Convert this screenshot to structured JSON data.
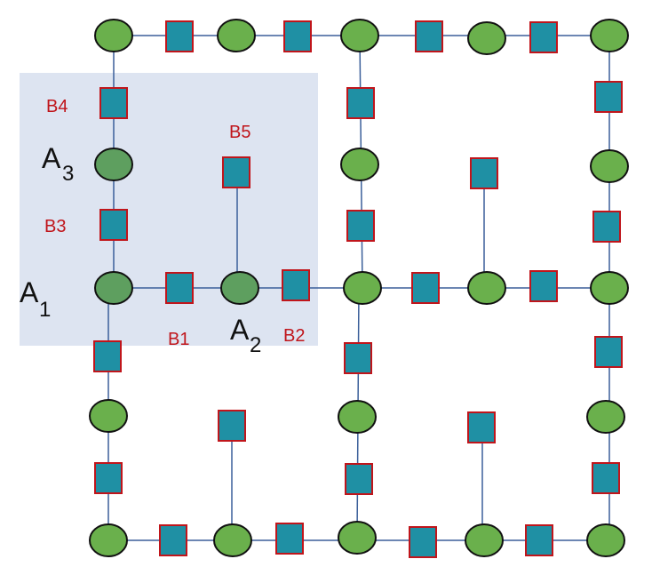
{
  "colors": {
    "highlight_fill": "#dde4f1",
    "node_a_fill": "#6ab04c",
    "node_a_highlight_fill": "#5e9f5f",
    "node_b_fill": "#1f90a4",
    "node_b_stroke": "#c0151b",
    "label_b": "#c0151b"
  },
  "labels": {
    "b1": "B1",
    "b2": "B2",
    "b3": "B3",
    "b4": "B4",
    "b5": "B5",
    "a1": {
      "main": "A",
      "sub": "1"
    },
    "a2": {
      "main": "A",
      "sub": "2"
    },
    "a3": {
      "main": "A",
      "sub": "3"
    }
  }
}
